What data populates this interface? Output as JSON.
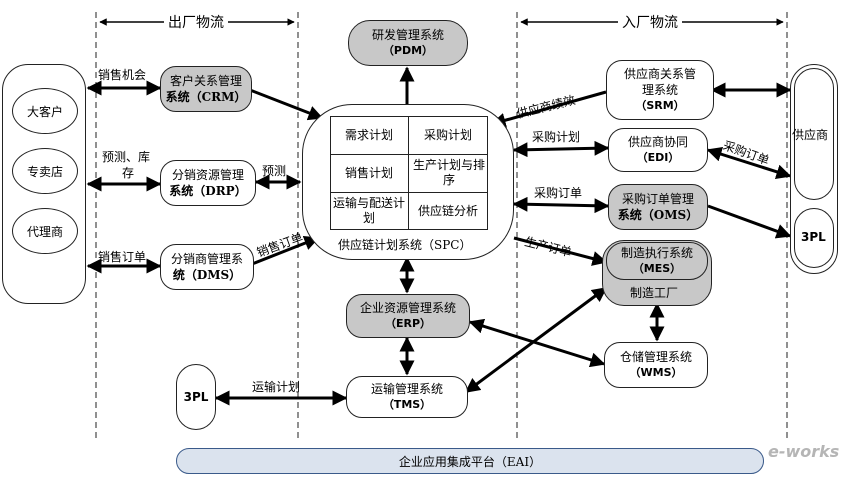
{
  "headers": {
    "outbound": "出厂物流",
    "inbound": "入厂物流"
  },
  "customers": [
    "大客户",
    "专卖店",
    "代理商"
  ],
  "left_systems": {
    "crm": {
      "l1": "客户关系管理",
      "l2": "系统（CRM）"
    },
    "drp": {
      "l1": "分销资源管理",
      "l2": "系统（DRP）"
    },
    "dms": {
      "l1": "分销商管理系",
      "l2": "统（DMS）"
    }
  },
  "pdm": {
    "l1": "研发管理系统",
    "l2": "（PDM）"
  },
  "spc": {
    "cells": [
      "需求计划",
      "采购计划",
      "销售计划",
      "生产计划与排序",
      "运输与配送计划",
      "供应链分析"
    ],
    "title": "供应链计划系统（SPC）"
  },
  "erp": {
    "l1": "企业资源管理系统",
    "l2": "（ERP）"
  },
  "tms": {
    "l1": "运输管理系统",
    "l2": "（TMS）"
  },
  "right_systems": {
    "srm": {
      "l1": "供应商关系管",
      "l1b": "理系统",
      "l2": "（SRM）"
    },
    "edi": {
      "l1": "供应商协同",
      "l2": "（EDI）"
    },
    "oms": {
      "l1": "采购订单管理",
      "l2": "系统（OMS）"
    },
    "mes": {
      "l1": "制造执行系统",
      "l2": "（MES）"
    },
    "factory": "制造工厂",
    "wms": {
      "l1": "仓储管理系统",
      "l2": "（WMS）"
    }
  },
  "supplier": "供应商",
  "tpl_right": "3PL",
  "tpl_left": "3PL",
  "eai": "企业应用集成平台（EAI）",
  "edge_labels": {
    "sales_opportunity": "销售机会",
    "forecast_inventory_1": "预测、库",
    "forecast_inventory_2": "存",
    "forecast": "预测",
    "sales_order_left": "销售订单",
    "sales_order_dms": "销售订单",
    "supplier_performance": "供应商绩效",
    "purchase_plan": "采购计划",
    "purchase_order_edi": "采购订单",
    "purchase_order_oms": "采购订单",
    "production_order": "生产订单",
    "transport_plan": "运输计划"
  },
  "logo": "e-works"
}
